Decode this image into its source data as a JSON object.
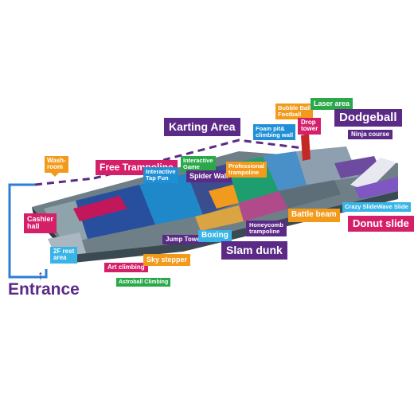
{
  "entrance_label": "Entrance",
  "colors": {
    "magenta": "#d61f69",
    "purple": "#5b2a86",
    "green": "#2aa84a",
    "orange": "#f29a1b",
    "blue": "#1f8fd6",
    "light_blue": "#39b4e6",
    "teal": "#1bb3b3",
    "red": "#e02a2a",
    "path_blue": "#2b7fd6",
    "path_purple": "#5b2a86"
  },
  "labels": [
    {
      "id": "wash-room",
      "text": "Wash-\nroom",
      "color": "#f29a1b"
    },
    {
      "id": "cashier-hall",
      "text": "Cashier\nhall",
      "color": "#d61f69"
    },
    {
      "id": "free-trampoline",
      "text": "Free Trampoline",
      "color": "#d61f69"
    },
    {
      "id": "karting-area",
      "text": "Karting Area",
      "color": "#5b2a86"
    },
    {
      "id": "interactive-tap-fun",
      "text": "Interactive\nTap Fun",
      "color": "#1f8fd6"
    },
    {
      "id": "interactive-game",
      "text": "Interactive\nGame",
      "color": "#2aa84a"
    },
    {
      "id": "spider-wall",
      "text": "Spider Wall",
      "color": "#5b2a86"
    },
    {
      "id": "professional-trampoline",
      "text": "Professional\ntrampoline",
      "color": "#f29a1b"
    },
    {
      "id": "foam-pit-climbing-wall",
      "text": "Foam pit&\nclimbing wall",
      "color": "#1f8fd6"
    },
    {
      "id": "bubble-ball-football",
      "text": "Bubble Ball\nFootball",
      "color": "#f29a1b"
    },
    {
      "id": "laser-area",
      "text": "Laser area",
      "color": "#2aa84a"
    },
    {
      "id": "drop-tower",
      "text": "Drop\ntower",
      "color": "#d61f69"
    },
    {
      "id": "dodgeball",
      "text": "Dodgeball",
      "color": "#5b2a86"
    },
    {
      "id": "ninja-course",
      "text": "Ninja course",
      "color": "#5b2a86"
    },
    {
      "id": "2f-rest-area",
      "text": "2F rest\narea",
      "color": "#39b4e6"
    },
    {
      "id": "art-climbing",
      "text": "Art climbing",
      "color": "#d61f69"
    },
    {
      "id": "sky-stepper",
      "text": "Sky stepper",
      "color": "#f29a1b"
    },
    {
      "id": "astroball-climbing",
      "text": "Astroball Climbing",
      "color": "#2aa84a"
    },
    {
      "id": "jump-tower",
      "text": "Jump Tower",
      "color": "#5b2a86"
    },
    {
      "id": "boxing",
      "text": "Boxing",
      "color": "#39b4e6"
    },
    {
      "id": "honeycomb-trampoline",
      "text": "Honeycomb\ntrampoline",
      "color": "#5b2a86"
    },
    {
      "id": "slam-dunk",
      "text": "Slam dunk",
      "color": "#5b2a86"
    },
    {
      "id": "battle-beam",
      "text": "Battle beam",
      "color": "#f29a1b"
    },
    {
      "id": "crazy-slidewave-slide",
      "text": "Crazy SlideWave Slide",
      "color": "#39b4e6"
    },
    {
      "id": "donut-slide",
      "text": "Donut slide",
      "color": "#d61f69"
    }
  ]
}
